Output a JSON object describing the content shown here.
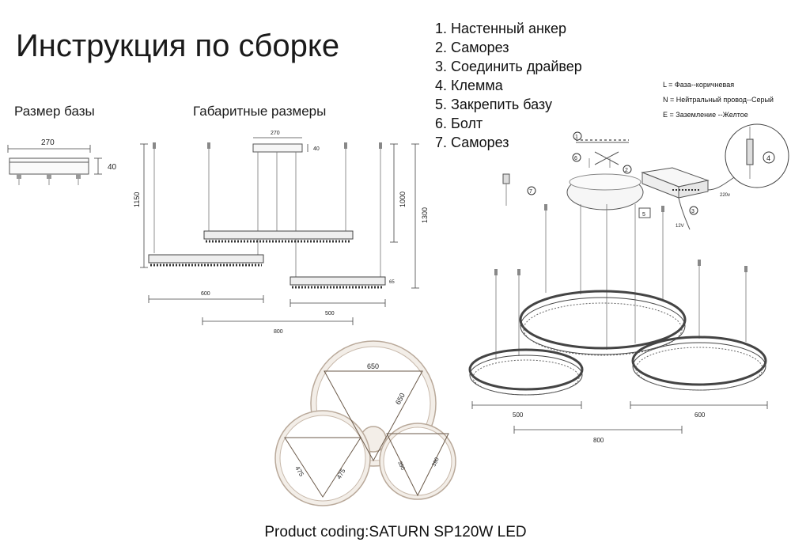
{
  "title": "Инструкция по сборке",
  "base_size_label": "Размер базы",
  "overall_dims_label": "Габаритные размеры",
  "steps": [
    "1. Настенный анкер",
    "2. Саморез",
    "3. Соединить драйвер",
    "4. Клемма",
    "5. Закрепить базу",
    "6. Болт",
    "7. Саморез"
  ],
  "wiring": [
    "L = Фаза--коричневая",
    "N = Нейтральный провод--Серый",
    "E = Заземление --Желтое"
  ],
  "base_dims": {
    "width": "270",
    "height": "40"
  },
  "side_dims": {
    "top_width": "270",
    "top_height": "40",
    "left_height": "1150",
    "right_height_inner": "1000",
    "right_height_outer": "1300",
    "left_bar_width": "600",
    "right_bar_width": "500",
    "overall_width": "800",
    "bar_height": "65"
  },
  "top_view_dims": {
    "big_ring": "650",
    "big_ring_diag": "650",
    "left_ring_a": "475",
    "left_ring_b": "475",
    "right_ring_a": "390",
    "right_ring_b": "390"
  },
  "iso_dims": {
    "left": "500",
    "right": "600",
    "overall": "800"
  },
  "driver_labels": {
    "voltage_in": "220v",
    "voltage_out": "12V"
  },
  "callouts": {
    "c1": "1",
    "c2": "2",
    "c3": "3",
    "c4": "4",
    "c5": "5",
    "c6": "6",
    "c7": "7"
  },
  "footer": "Product coding:SATURN SP120W LED"
}
